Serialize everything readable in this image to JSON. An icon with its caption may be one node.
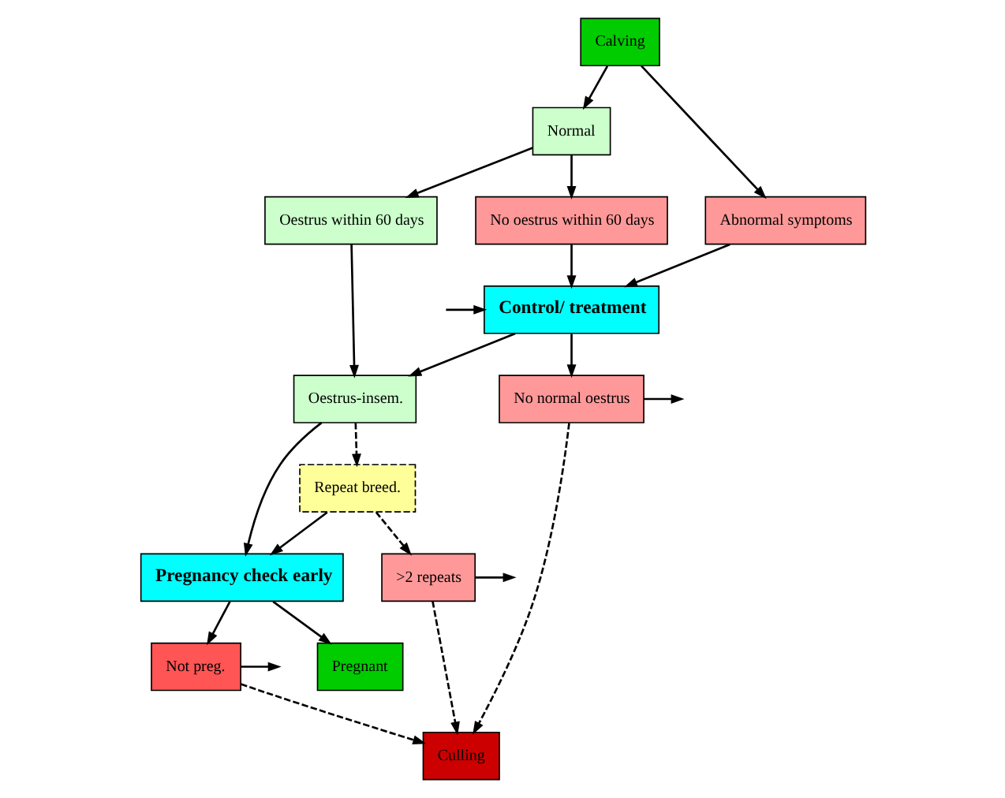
{
  "diagram": {
    "nodes": [
      {
        "text": [
          "Calving"
        ]
      },
      {
        "text": [
          "Normal"
        ]
      },
      {
        "text": [
          "Abnormal symptoms"
        ]
      },
      {
        "text": [
          "Oestrus within 60 days"
        ]
      },
      {
        "text": [
          "No oestrus within 60 days"
        ]
      },
      {
        "text": [
          "Control/ treatment"
        ]
      },
      {
        "text": [
          "Oestrus-insem."
        ]
      },
      {
        "text": [
          "Repeat breed."
        ]
      },
      {
        "text": [
          "No normal oestrus"
        ]
      },
      {
        "text": [
          "Pregnancy check early"
        ]
      },
      {
        "text": [
          ">2 repeats"
        ]
      },
      {
        "text": [
          "Not preg."
        ]
      },
      {
        "text": [
          "Pregnant"
        ]
      },
      {
        "text": [
          "Culling"
        ]
      }
    ],
    "edges": [
      {
        "from": 0,
        "to": 1,
        "arrow": "to"
      },
      {
        "from": 0,
        "to": 2,
        "arrow": "to"
      },
      {
        "from": 1,
        "to": 3,
        "arrow": "to"
      },
      {
        "from": 1,
        "to": 4,
        "arrow": "to"
      },
      {
        "from": 2,
        "to": 5,
        "arrow": "to"
      },
      {
        "from": 3,
        "to": 6,
        "arrow": "to"
      },
      {
        "from": 4,
        "to": 5,
        "arrow": "to"
      },
      {
        "from": 5,
        "to": 6,
        "arrow": "to"
      },
      {
        "from": null,
        "to": 5,
        "arrow": "to"
      },
      {
        "from": 6,
        "to": 7,
        "arrow": "to",
        "style": "dashed"
      },
      {
        "from": 6,
        "to": 9,
        "arrow": "to"
      },
      {
        "from": 7,
        "to": 9,
        "arrow": "to"
      },
      {
        "from": 7,
        "to": 10,
        "arrow": "to",
        "style": "dashed"
      },
      {
        "from": 5,
        "to": 8,
        "arrow": "to"
      },
      {
        "from": 8,
        "to": null,
        "arrow": "to"
      },
      {
        "from": 8,
        "to": 13,
        "arrow": "to",
        "style": "dashed"
      },
      {
        "from": 10,
        "to": null,
        "arrow": "to"
      },
      {
        "from": 10,
        "to": 13,
        "arrow": "to",
        "style": "dashed"
      },
      {
        "from": 9,
        "to": 11,
        "arrow": "to"
      },
      {
        "from": 9,
        "to": 12,
        "arrow": "to"
      },
      {
        "from": 11,
        "to": null,
        "arrow": "to"
      },
      {
        "from": 11,
        "to": 13,
        "arrow": "to",
        "style": "dashed"
      }
    ]
  }
}
